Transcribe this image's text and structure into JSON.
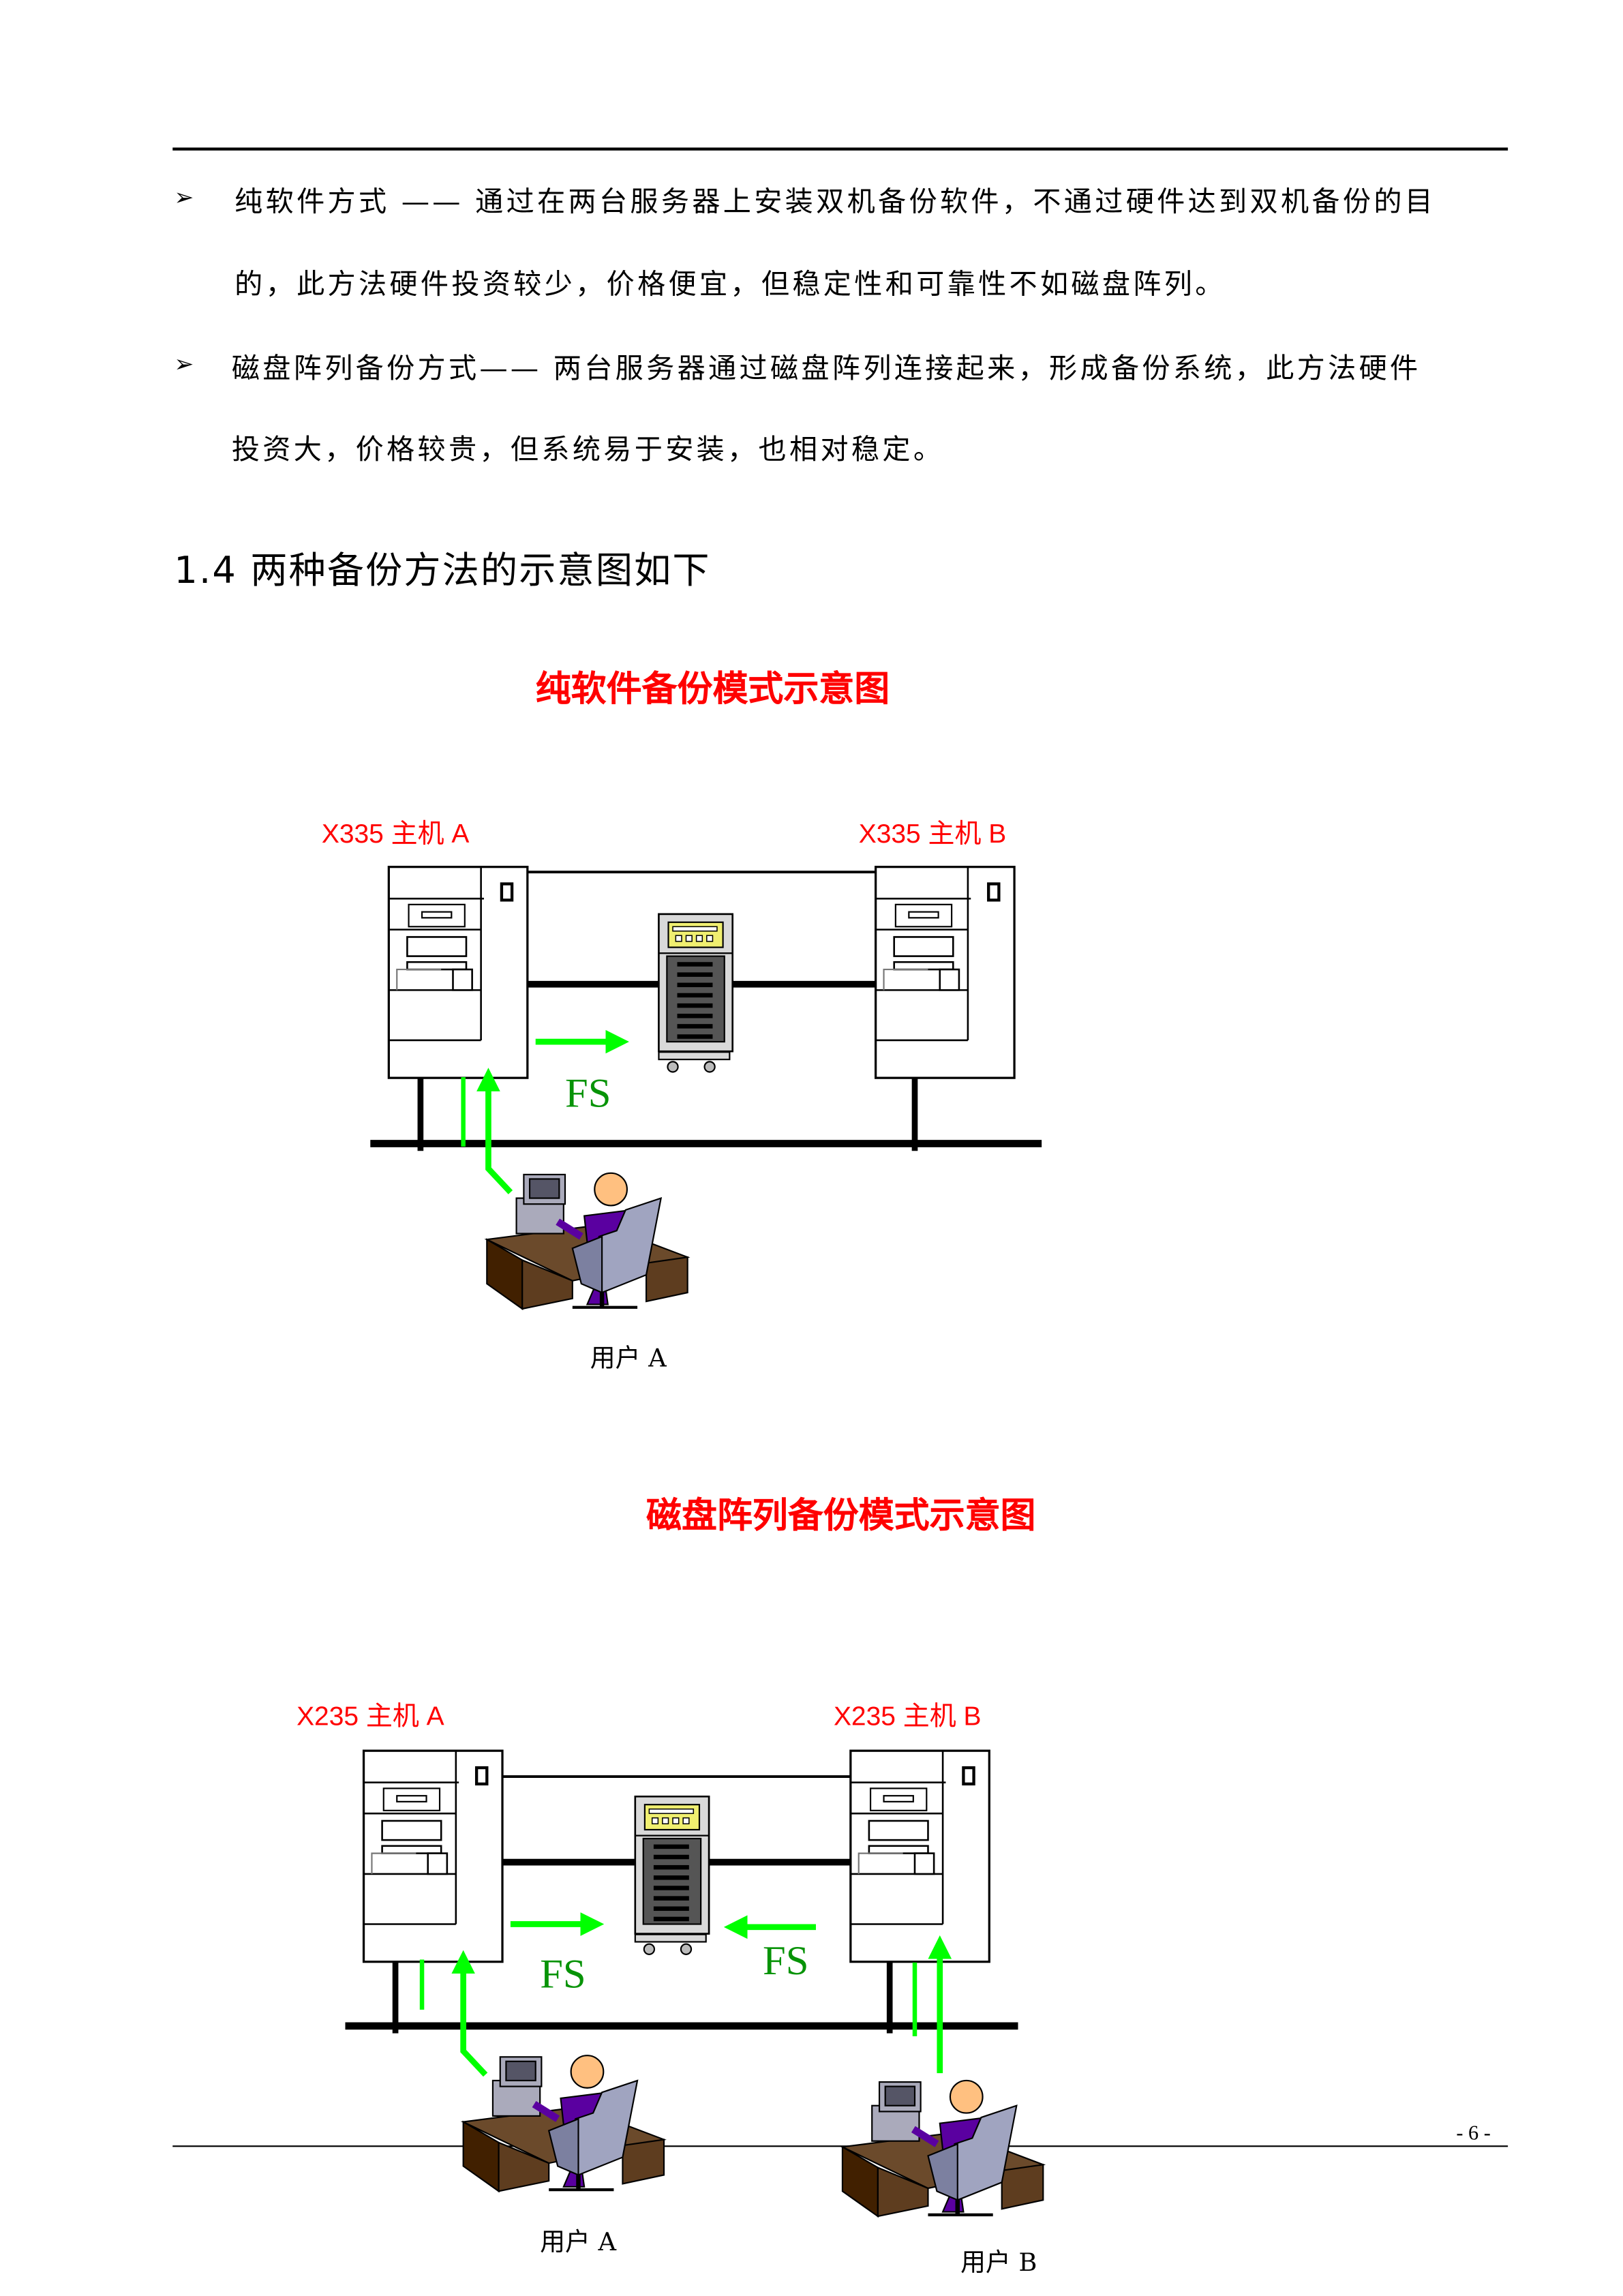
{
  "bullets": [
    {
      "icon": "arrowhead-bullet-icon",
      "line1": "纯软件方式 —— 通过在两台服务器上安装双机备份软件，不通过硬件达到双机备份的目",
      "line2": "的，此方法硬件投资较少，价格便宜，但稳定性和可靠性不如磁盘阵列。"
    },
    {
      "icon": "arrowhead-bullet-icon",
      "line1": "磁盘阵列备份方式—— 两台服务器通过磁盘阵列连接起来，形成备份系统，此方法硬件",
      "line2": "投资大，价格较贵，但系统易于安装，也相对稳定。"
    }
  ],
  "section_heading": "1.4 两种备份方法的示意图如下",
  "diagram1": {
    "title": "纯软件备份模式示意图",
    "host_a": "X335 主机 A",
    "host_b": "X335 主机 B",
    "fs_label": "FS",
    "user_a": "用户 A"
  },
  "diagram2": {
    "title": "磁盘阵列备份模式示意图",
    "host_a": "X235 主机 A",
    "host_b": "X235 主机 B",
    "fs_label_left": "FS",
    "fs_label_right": "FS",
    "user_a": "用户 A",
    "user_b": "用户 B"
  },
  "footer": {
    "page_number": "- 6 -"
  },
  "colors": {
    "title_red": "#ff0000",
    "arrow_green": "#00ff00",
    "fs_green": "#079307"
  }
}
